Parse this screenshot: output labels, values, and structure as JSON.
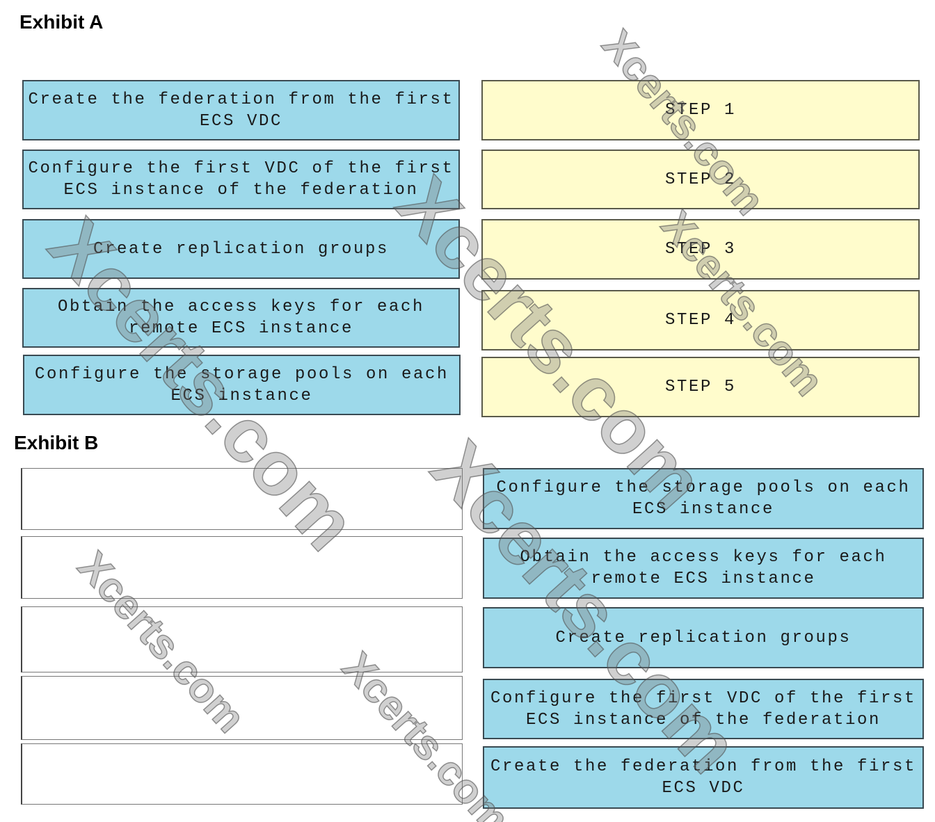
{
  "exhibit_a": {
    "title": "Exhibit A",
    "actions": [
      "Create the federation from the first ECS VDC",
      "Configure the first VDC of the first ECS instance of the federation",
      "Create replication groups",
      "Obtain the access keys for each remote ECS instance",
      "Configure the storage pools on each ECS instance"
    ],
    "steps": [
      "STEP 1",
      "STEP 2",
      "STEP 3",
      "STEP 4",
      "STEP 5"
    ]
  },
  "exhibit_b": {
    "title": "Exhibit B",
    "answers": [
      "Configure the storage pools on each ECS instance",
      "Obtain the access keys for each remote ECS instance",
      "Create replication groups",
      "Configure the first VDC of the first ECS instance of the federation",
      "Create the federation from the first ECS VDC"
    ]
  },
  "watermark": "Xcerts.com",
  "colors": {
    "action_box": "#9dd9ea",
    "step_box": "#fffccc"
  }
}
